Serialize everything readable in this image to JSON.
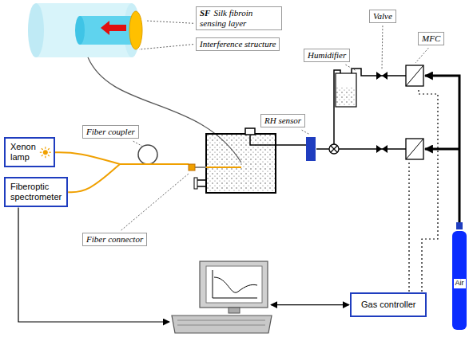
{
  "diagram": {
    "nodes": [
      {
        "text": [
          "SF",
          "Silk fibroin sensing layer"
        ]
      },
      {
        "text": [
          "Valve"
        ]
      },
      {
        "text": [
          "MFC"
        ]
      },
      {
        "text": [
          "Interference structure"
        ]
      },
      {
        "text": [
          "Humidifier"
        ]
      },
      {
        "text": [
          "RH sensor"
        ]
      },
      {
        "text": [
          "Fiber coupler"
        ]
      },
      {
        "text": [
          "Xenon lamp"
        ]
      },
      {
        "text": [
          "Fiberoptic spectrometer"
        ]
      },
      {
        "text": [
          "Fiber connector"
        ]
      },
      {
        "text": [
          "Air"
        ]
      },
      {
        "text": [
          "Gas controller"
        ]
      }
    ]
  }
}
